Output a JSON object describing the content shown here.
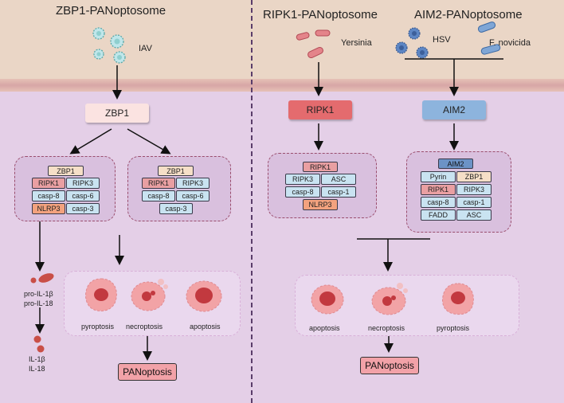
{
  "titles": {
    "zbp1": "ZBP1-PANoptosome",
    "ripk1": "RIPK1-PANoptosome",
    "aim2": "AIM2-PANoptosome"
  },
  "pathogens": {
    "iav": "IAV",
    "yersinia": "Yersinia",
    "hsv": "HSV",
    "fnovicida": "F. novicida"
  },
  "sensors": {
    "zbp1": "ZBP1",
    "ripk1": "RIPK1",
    "aim2": "AIM2"
  },
  "complex_left": {
    "head": "ZBP1",
    "rows": [
      [
        "RIPK1",
        "RIPK3"
      ],
      [
        "casp-8",
        "casp-6"
      ],
      [
        "NLRP3",
        "casp-3"
      ]
    ]
  },
  "complex_mid": {
    "head": "ZBP1",
    "rows": [
      [
        "RIPK1",
        "RIPK3"
      ],
      [
        "casp-8",
        "casp-6"
      ]
    ],
    "tail": "casp-3"
  },
  "complex_ripk1": {
    "head": "RIPK1",
    "rows": [
      [
        "RIPK3",
        "ASC"
      ],
      [
        "casp-8",
        "casp-1"
      ]
    ],
    "tail": "NLRP3"
  },
  "complex_aim2": {
    "head": "AIM2",
    "rows": [
      [
        "Pyrin",
        "ZBP1"
      ],
      [
        "RIPK1",
        "RIPK3"
      ],
      [
        "casp-8",
        "casp-1"
      ],
      [
        "FADD",
        "ASC"
      ]
    ]
  },
  "cytokines": {
    "pro": [
      "pro-IL-1β",
      "pro-IL-18"
    ],
    "mature": [
      "IL-1β",
      "IL-18"
    ]
  },
  "death_left": [
    "pyroptosis",
    "necroptosis",
    "apoptosis"
  ],
  "death_right": [
    "apoptosis",
    "necroptosis",
    "pyroptosis"
  ],
  "outcome": "PANoptosis"
}
